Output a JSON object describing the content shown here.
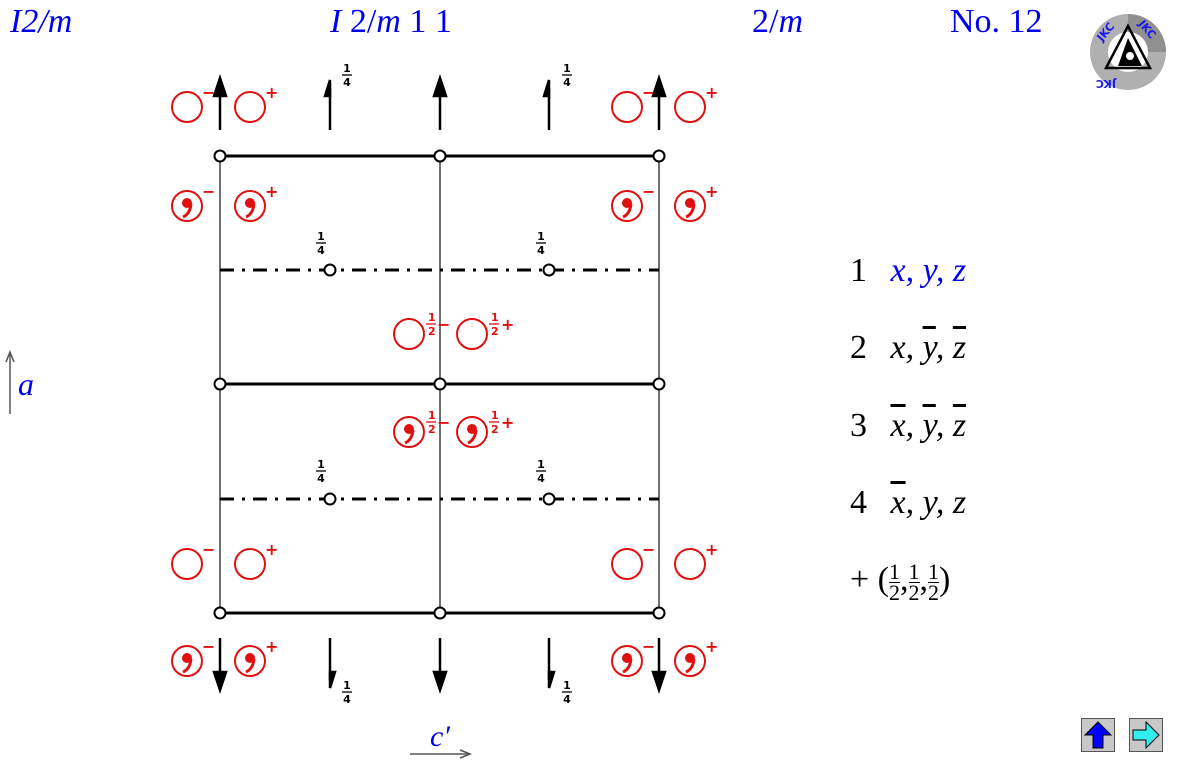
{
  "header": {
    "short_symbol": "I2/m",
    "full_symbol": "I 2/m 1 1",
    "point_group": "2/m",
    "number": "No. 12"
  },
  "logo": {
    "text": "JKC",
    "name": "JKC logo"
  },
  "axes": {
    "vertical_label": "a",
    "horizontal_label": "c′"
  },
  "diagram": {
    "symbol_color": "#e01010",
    "height_labels": {
      "quarter": "1/4",
      "half": "1/2"
    },
    "sign_minus": "−",
    "sign_plus": "+",
    "half_minus": "½−",
    "half_plus": "½+"
  },
  "symmetry_operations": [
    {
      "index": "1",
      "x": "x",
      "y": "y",
      "z": "z",
      "bar": [
        false,
        false,
        false
      ],
      "highlight": true
    },
    {
      "index": "2",
      "x": "x",
      "y": "y",
      "z": "z",
      "bar": [
        false,
        true,
        true
      ],
      "highlight": false
    },
    {
      "index": "3",
      "x": "x",
      "y": "y",
      "z": "z",
      "bar": [
        true,
        true,
        true
      ],
      "highlight": false
    },
    {
      "index": "4",
      "x": "x",
      "y": "y",
      "z": "z",
      "bar": [
        true,
        false,
        false
      ],
      "highlight": false
    }
  ],
  "centering": {
    "prefix": "+ (",
    "num": "1",
    "den": "2",
    "suffix": ")"
  },
  "navigation": {
    "up_button": "up",
    "next_button": "next"
  },
  "colors": {
    "title_blue": "#0000ee",
    "symbol_red": "#e01010",
    "up_arrow": "#0000ff",
    "next_arrow": "#33eeee",
    "button_bg": "#c8c8c8"
  }
}
